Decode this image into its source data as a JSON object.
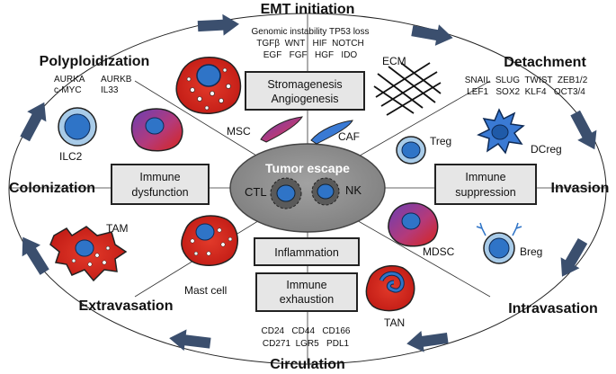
{
  "stages": {
    "emt": "EMT initiation",
    "detachment": "Detachment",
    "invasion": "Invasion",
    "intravasation": "Intravasation",
    "circulation": "Circulation",
    "extravasation": "Extravasation",
    "colonization": "Colonization",
    "polyploidization": "Polyploidization"
  },
  "genes": {
    "emt_line1": "Genomic instability TP53 loss",
    "emt_line2": "TGFβ  WNT   HIF  NOTCH",
    "emt_line3": "EGF   FGF   HGF   IDO",
    "detach_line1": "SNAIL  SLUG  TWIST  ZEB1/2",
    "detach_line2": "LEF1   SOX2  KLF4   OCT3/4",
    "poly_line1a": "AURKA",
    "poly_line1b": "AURKB",
    "poly_line2a": "c-MYC",
    "poly_line2b": "IL33",
    "circ_line1": "CD24   CD44   CD166",
    "circ_line2": "CD271  LGR5   PDL1"
  },
  "boxes": {
    "stromagenesis_l1": "Stromagenesis",
    "stromagenesis_l2": "Angiogenesis",
    "immune_dysfunction_l1": "Immune",
    "immune_dysfunction_l2": "dysfunction",
    "immune_suppression_l1": "Immune",
    "immune_suppression_l2": "suppression",
    "inflammation": "Inflammation",
    "immune_exhaustion_l1": "Immune",
    "immune_exhaustion_l2": "exhaustion"
  },
  "center": {
    "title": "Tumor escape",
    "ctl": "CTL",
    "nk": "NK"
  },
  "cells": {
    "ecm": "ECM",
    "msc": "MSC",
    "caf": "CAF",
    "treg": "Treg",
    "dcreg": "DCreg",
    "mdsc": "MDSC",
    "breg": "Breg",
    "tan": "TAN",
    "mast_cell": "Mast cell",
    "tam": "TAM",
    "ilc2": "ILC2"
  },
  "colors": {
    "arrow": "#3b4f6e",
    "center_fill": "#8c8c8c",
    "box_fill": "#e6e6e6",
    "tumor_red": "#d4241e",
    "cell_blue": "#2f74c7",
    "light_blue": "#a8cbe8"
  }
}
